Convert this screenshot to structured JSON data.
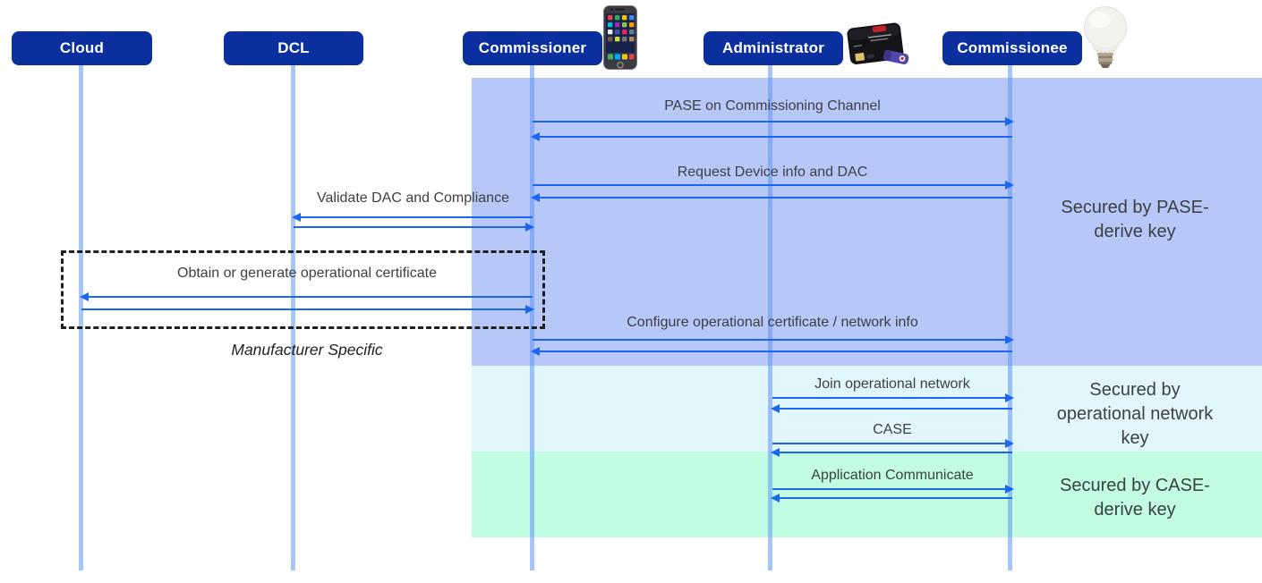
{
  "diagram": {
    "type": "sequence-diagram",
    "subject": "Device commissioning flow"
  },
  "actors": [
    {
      "name": "Cloud"
    },
    {
      "name": "DCL"
    },
    {
      "name": "Commissioner",
      "icon": "smartphone-icon"
    },
    {
      "name": "Administrator",
      "icon": "hub-device-icon"
    },
    {
      "name": "Commissionee",
      "icon": "light-bulb-icon"
    }
  ],
  "messages": [
    {
      "label": "PASE on Commissioning Channel",
      "from": "Commissioner",
      "to": "Commissionee",
      "reply": true
    },
    {
      "label": "Request Device info and DAC",
      "from": "Commissioner",
      "to": "Commissionee",
      "reply": true
    },
    {
      "label": "Validate DAC and Compliance",
      "from": "Commissioner",
      "to": "DCL",
      "reply": true
    },
    {
      "label": "Obtain or generate operational certificate",
      "from": "Commissioner",
      "to": "Cloud",
      "reply": true
    },
    {
      "label": "Configure operational certificate / network info",
      "from": "Commissioner",
      "to": "Commissionee",
      "reply": true
    },
    {
      "label": "Join operational network",
      "from": "Administrator",
      "to": "Commissionee",
      "reply": true
    },
    {
      "label": "CASE",
      "from": "Administrator",
      "to": "Commissionee",
      "reply": true
    },
    {
      "label": "Application Communicate",
      "from": "Administrator",
      "to": "Commissionee",
      "reply": true
    }
  ],
  "regions": [
    {
      "name": "pase",
      "label": "Secured by PASE-derive key",
      "color": "#b6c7f8"
    },
    {
      "name": "operational-network",
      "label": "Secured by operational network key",
      "color": "#e1f6fd"
    },
    {
      "name": "case",
      "label": "Secured by CASE-derive key",
      "color": "#c1fce3"
    }
  ],
  "annotations": {
    "manufacturer_specific": "Manufacturer Specific"
  },
  "colors": {
    "actor_box": "#0b2f9e",
    "arrow": "#1b66f0",
    "lifeline": "#9fc0f6",
    "pase_region": "#b6c7f8",
    "operational_network_region": "#e1f6fd",
    "case_region": "#c1fce3"
  }
}
